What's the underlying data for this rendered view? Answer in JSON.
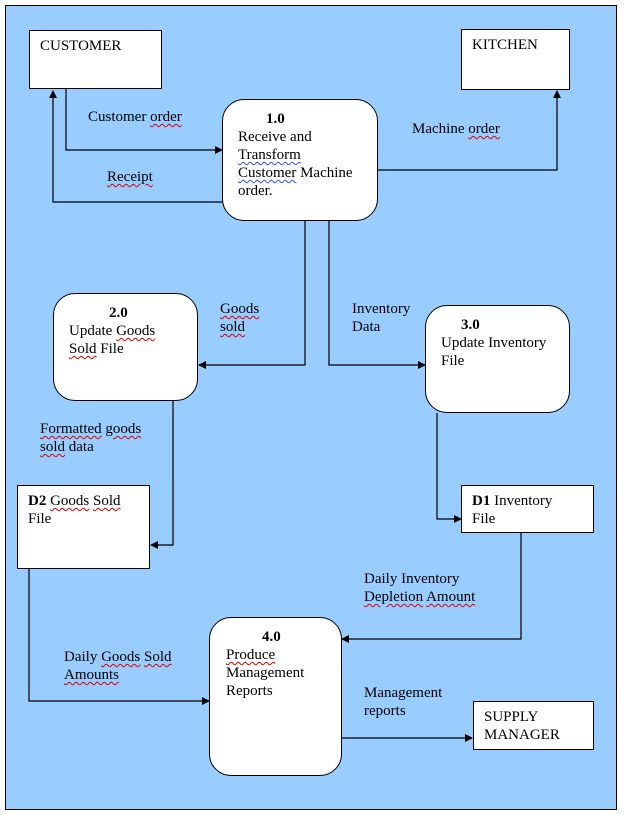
{
  "diagram": {
    "background_color": "#99ccff",
    "entities": {
      "customer": "CUSTOMER",
      "kitchen": "KITCHEN",
      "supply_manager_line1": "SUPPLY",
      "supply_manager_line2": "MANAGER"
    },
    "processes": {
      "p1": {
        "id": "1.0",
        "line1": "Receive and",
        "line2": "Transform",
        "line3": "Customer",
        "line3b": " Machine",
        "line4": "order."
      },
      "p2": {
        "id": "2.0",
        "line1a": "Update ",
        "line1b": "Goods",
        "line2a": "Sold",
        "line2b": " File"
      },
      "p3": {
        "id": "3.0",
        "line1": "Update Inventory",
        "line2": "File"
      },
      "p4": {
        "id": "4.0",
        "line1": "Produce",
        "line2": "Management",
        "line3": "Reports"
      }
    },
    "stores": {
      "d1": {
        "id": "D1",
        "name_a": " Inventory",
        "name_b": "File"
      },
      "d2": {
        "id": "D2",
        "name_a": "Goods",
        "name_b": "Sold",
        "name_c": "File"
      }
    },
    "flows": {
      "customer_order_a": "Customer ",
      "customer_order_b": "order",
      "receipt": "Receipt",
      "machine_order_a": "Machine ",
      "machine_order_b": "order",
      "goods_sold_1": "Goods",
      "goods_sold_2": "sold",
      "inventory_data_1": "Inventory",
      "inventory_data_2": "Data",
      "formatted_1a": "Formatted",
      "formatted_1b": "goods",
      "formatted_2a": "sold",
      "formatted_2b": " data",
      "daily_inv_1": "Daily Inventory",
      "daily_inv_2a": "Depletion",
      "daily_inv_2b": "Amount",
      "daily_goods_1a": "Daily ",
      "daily_goods_1b": "Goods",
      "daily_goods_1c": "Sold",
      "daily_goods_2": "Amounts",
      "mgmt_reports_1": "Management",
      "mgmt_reports_2": "reports"
    }
  }
}
